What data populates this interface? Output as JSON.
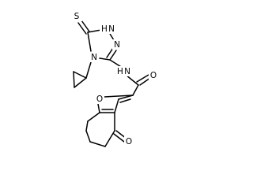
{
  "structure": {
    "atoms": {
      "s": "S",
      "nh_ring": "N",
      "nh_ring_h": "H",
      "n_ring": "N",
      "n_cyclopropyl": "N",
      "amide_nh": "N",
      "amide_nh_h": "H",
      "amide_o": "O",
      "furan_o": "O",
      "ketone_o": "O"
    }
  },
  "colors": {
    "bond": "#000000",
    "label": "#000000",
    "background": "#ffffff"
  }
}
